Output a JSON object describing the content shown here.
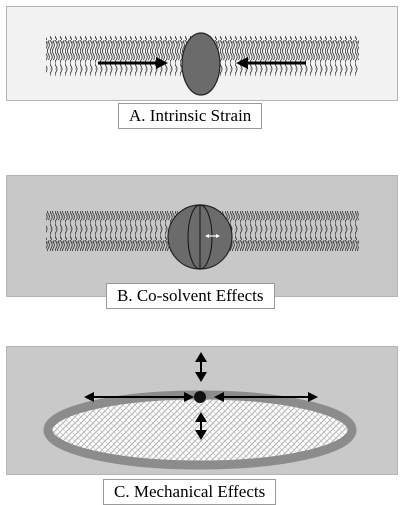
{
  "panels": [
    {
      "id": "a",
      "label": "A. Intrinsic Strain"
    },
    {
      "id": "b",
      "label": "B. Co-solvent Effects"
    },
    {
      "id": "c",
      "label": "C. Mechanical Effects"
    }
  ],
  "colors": {
    "protein": "#6b6b6b",
    "membrane_line": "#3a3a3a",
    "vesicle_ring": "#8c8c8c",
    "arrow": "#000000"
  },
  "icons": [
    "double-headed-arrow-icon",
    "arrow-right-icon",
    "arrow-left-icon"
  ]
}
